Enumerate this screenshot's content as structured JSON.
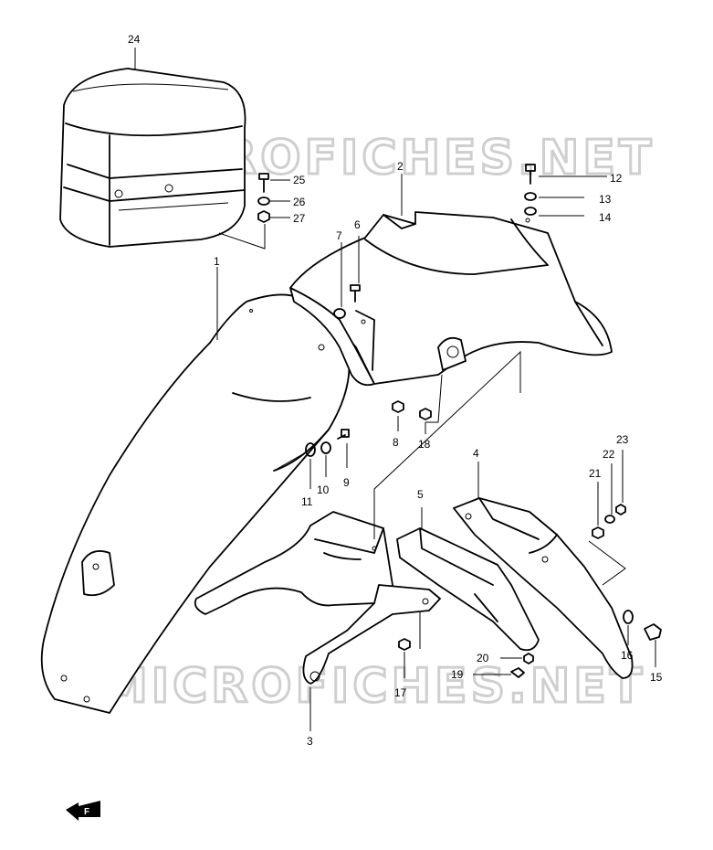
{
  "watermark": "MICROFICHES.NET",
  "labels": {
    "p1": "1",
    "p2": "2",
    "p3": "3",
    "p4": "4",
    "p5": "5",
    "p6": "6",
    "p7": "7",
    "p8": "8",
    "p9": "9",
    "p10": "10",
    "p11": "11",
    "p12": "12",
    "p13": "13",
    "p14": "14",
    "p15": "15",
    "p16": "16",
    "p17": "17",
    "p18": "18",
    "p19": "19",
    "p20": "20",
    "p21": "21",
    "p22": "22",
    "p23": "23",
    "p24": "24",
    "p25": "25",
    "p26": "26",
    "p27": "27"
  },
  "direction_badge": "F"
}
